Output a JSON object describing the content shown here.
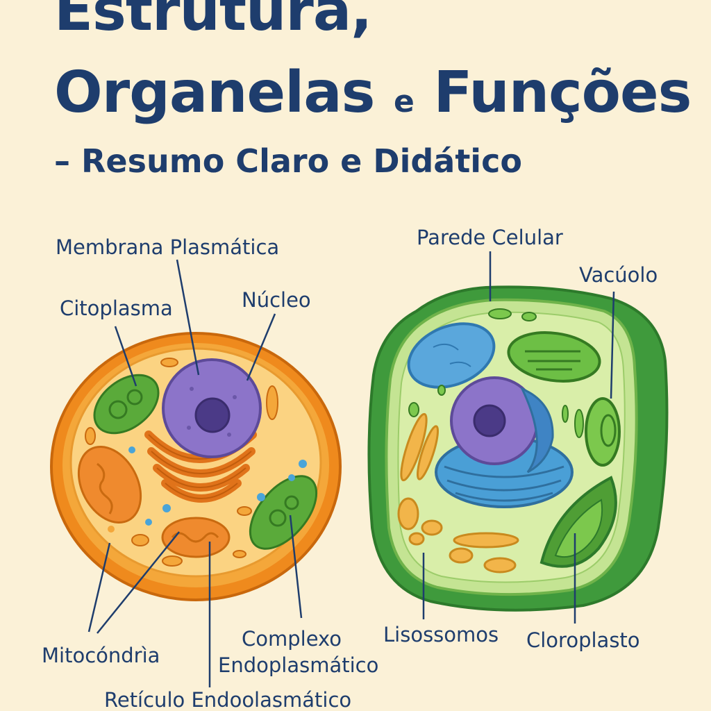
{
  "header": {
    "line1": "Estrutura,",
    "line2_main": "Organelas",
    "line2_connector": "e",
    "line2_end": "Funções",
    "subtitle": "– Resumo Claro e Didático"
  },
  "labels": {
    "membrana": "Membrana Plasmática",
    "citoplasma": "Citoplasma",
    "nucleo": "Núcleo",
    "mitocondria": "Mitocóndrìa",
    "complexo_l1": "Complexo",
    "complexo_l2": "Endoplasmático",
    "reticulo": "Retículo Endoolasmático",
    "parede": "Parede Celular",
    "vacuolo": "Vacúolo",
    "lisossomos": "Lisossomos",
    "cloroplasto": "Cloroplasto"
  },
  "colors": {
    "title": "#1e3d6d",
    "background": "#fbf1d7",
    "animal_membrane": "#ef8a1d",
    "plant_wall": "#3f9a3c",
    "nucleus": "#8c74c9"
  }
}
